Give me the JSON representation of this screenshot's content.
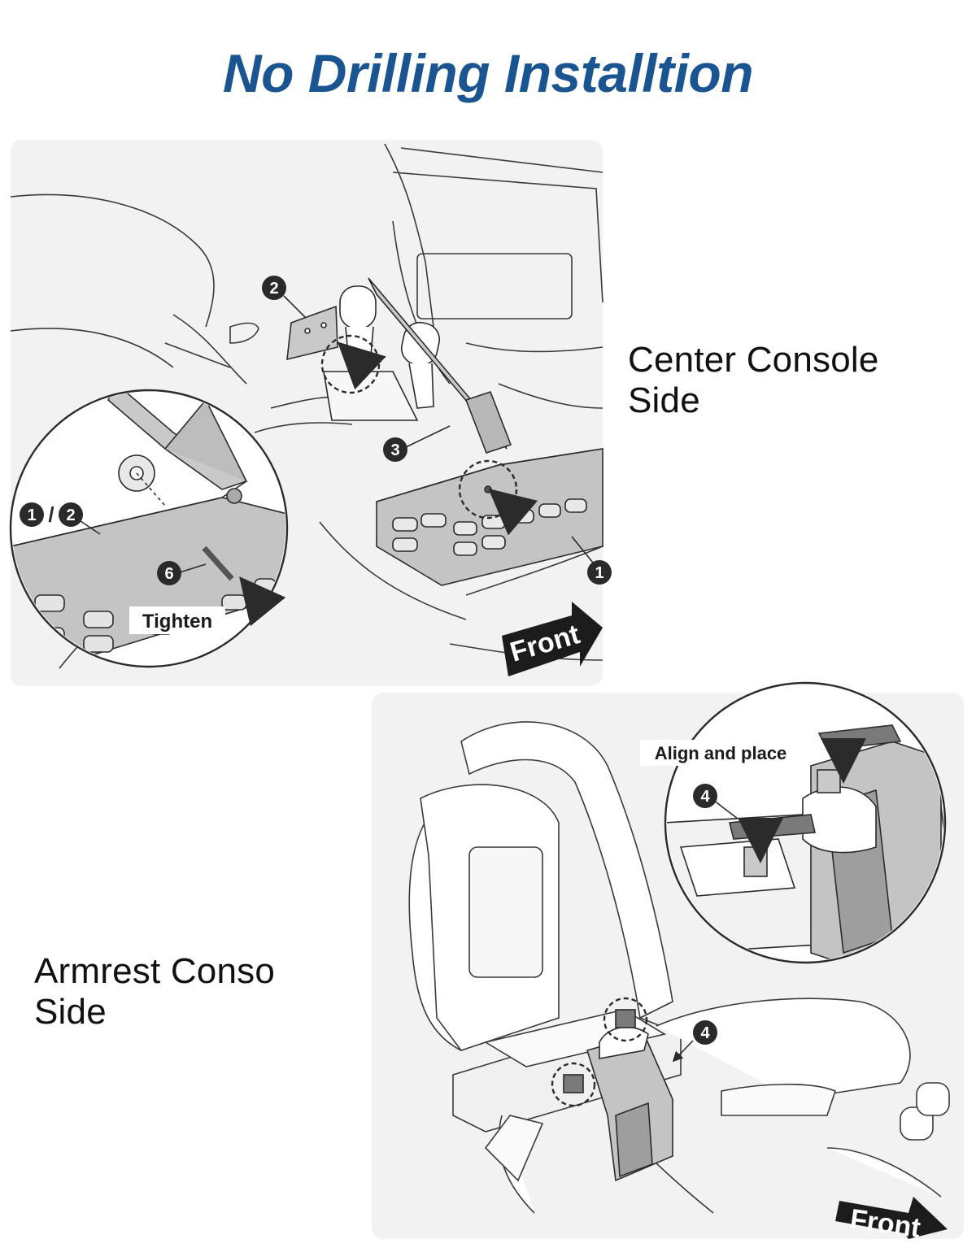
{
  "title": "No Drilling Installtion",
  "colors": {
    "title": "#1a5592",
    "panel_bg": "#f2f2f2",
    "line": "#2b2b2b",
    "metal": "#bdbdbd",
    "badge": "#2a2a2a"
  },
  "center_console": {
    "label_line1": "Center Console",
    "label_line2": "Side",
    "callouts": {
      "step_2": "2",
      "step_3": "3",
      "step_1": "1",
      "step_1_2_a": "1",
      "step_1_2_sep": "/",
      "step_1_2_b": "2",
      "step_6": "6"
    },
    "tighten_label": "Tighten",
    "front_label": "Front"
  },
  "armrest_console": {
    "label_line1": "Armrest Conso",
    "label_line2": "Side",
    "callouts": {
      "step_4_detail": "4",
      "step_4_main": "4"
    },
    "align_label": "Align and place",
    "front_label": "Front"
  }
}
